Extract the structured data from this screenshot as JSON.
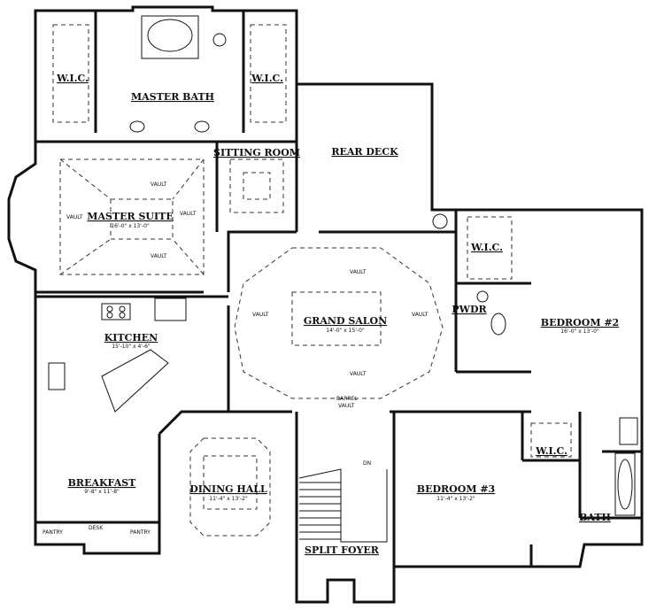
{
  "rooms": {
    "wic_left": {
      "name": "W.I.C."
    },
    "wic_right": {
      "name": "W.I.C."
    },
    "master_bath": {
      "name": "MASTER BATH"
    },
    "rear_deck": {
      "name": "REAR DECK"
    },
    "sitting_room": {
      "name": "SITTING ROOM"
    },
    "master_suite": {
      "name": "MASTER SUITE",
      "size": "16'-0\" x 13'-0\""
    },
    "kitchen": {
      "name": "KITCHEN",
      "size": "15'-10\" x 4'-6\""
    },
    "grand_salon": {
      "name": "GRAND SALON",
      "size": "14'-0\" x 15'-0\""
    },
    "wic_bed2": {
      "name": "W.I.C."
    },
    "pwdr": {
      "name": "PWDR"
    },
    "bedroom2": {
      "name": "BEDROOM #2",
      "size": "16'-0\" x 13'-0\""
    },
    "breakfast": {
      "name": "BREAKFAST",
      "size": "9'-8\" x 11'-8\""
    },
    "dining_hall": {
      "name": "DINING HALL",
      "size": "11'-4\" x 13'-2\""
    },
    "bedroom3": {
      "name": "BEDROOM #3",
      "size": "11'-4\" x 13'-2\""
    },
    "wic_bed3": {
      "name": "W.I.C."
    },
    "bath": {
      "name": "BATH"
    },
    "split_foyer": {
      "name": "SPLIT FOYER"
    }
  },
  "annotations": {
    "vault": "VAULT",
    "barrel_vault_1": "BARREL",
    "barrel_vault_2": "VAULT",
    "pantry": "PANTRY",
    "desk": "DESK",
    "dn": "DN"
  }
}
